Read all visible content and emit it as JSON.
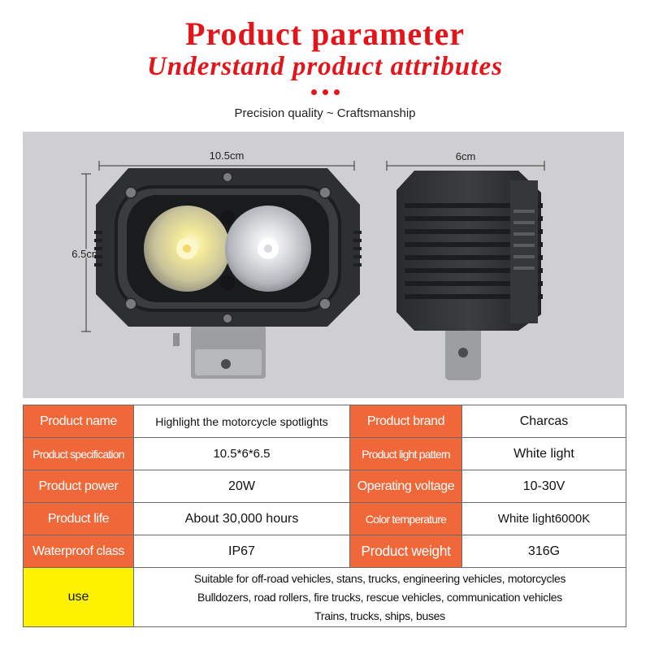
{
  "header": {
    "title": "Product parameter",
    "subtitle": "Understand product attributes",
    "tagline": "Precision quality ~ Craftsmanship"
  },
  "photo": {
    "front_width_label": "10.5cm",
    "front_height_label": "6.5cm",
    "side_width_label": "6cm"
  },
  "specs": {
    "product_name_label": "Product name",
    "product_name_value": "Highlight the motorcycle spotlights",
    "product_brand_label": "Product brand",
    "product_brand_value": "Charcas",
    "product_specification_label": "Product specification",
    "product_specification_value": "10.5*6*6.5",
    "light_pattern_label": "Product light pattern",
    "light_pattern_value": "White light",
    "product_power_label": "Product power",
    "product_power_value": "20W",
    "operating_voltage_label": "Operating voltage",
    "operating_voltage_value": "10-30V",
    "product_life_label": "Product life",
    "product_life_value": "About 30,000 hours",
    "color_temperature_label": "Color temperature",
    "color_temperature_value": "White light6000K",
    "waterproof_label": "Waterproof class",
    "waterproof_value": "IP67",
    "weight_label": "Product weight",
    "weight_value": "316G",
    "use_label": "use",
    "use_lines": [
      "Suitable for off-road vehicles, stans, trucks, engineering vehicles, motorcycles",
      "Bulldozers, road rollers, fire trucks, rescue vehicles, communication vehicles",
      "Trains, trucks, ships, buses"
    ]
  },
  "colors": {
    "title_red": "#e3141a",
    "label_orange": "#f0673a",
    "use_yellow": "#fff200",
    "photo_bg": "#cfcfd1"
  }
}
